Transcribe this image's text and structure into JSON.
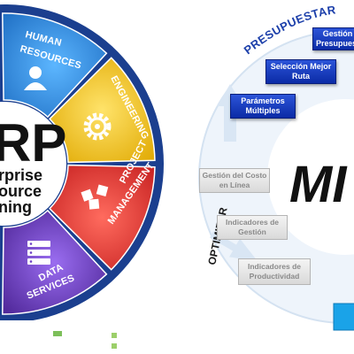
{
  "erp": {
    "big_letters": "RP",
    "lines": [
      "rprise",
      "ource",
      "ning"
    ],
    "segments": [
      {
        "label_lines": [
          "HUMAN",
          "RESOURCES"
        ],
        "color": "#2f8fe0",
        "icon": "person-icon"
      },
      {
        "label_lines": [
          "ENGINEERING"
        ],
        "color": "#f0c419",
        "icon": "gear-icon"
      },
      {
        "label_lines": [
          "PROJECT",
          "MANAGEMENT"
        ],
        "color": "#e53935",
        "icon": "puzzle-icon"
      },
      {
        "label_lines": [
          "DATA",
          "SERVICES"
        ],
        "color": "#6a3cc2",
        "icon": "server-icon"
      }
    ],
    "accent_dark": "#1b3f8f"
  },
  "mis": {
    "arc_top_label": "PRESUPUESTAR",
    "arc_left_label": "OPTIMIZAR",
    "center_text": "MI",
    "blue_boxes": [
      {
        "text": "Gestión Presupuest"
      },
      {
        "text": "Selección Mejor Ruta"
      },
      {
        "text": "Parámetros Múltiples"
      }
    ],
    "gray_boxes": [
      {
        "text": "Gestión del Costo en Línea"
      },
      {
        "text": "Indicadores de Gestión"
      },
      {
        "text": "Indicadores de Productividad"
      }
    ],
    "colors": {
      "blue_label": "#1c3faa",
      "ring": "#dbe7f5",
      "box_blue": "#1537b8"
    }
  }
}
